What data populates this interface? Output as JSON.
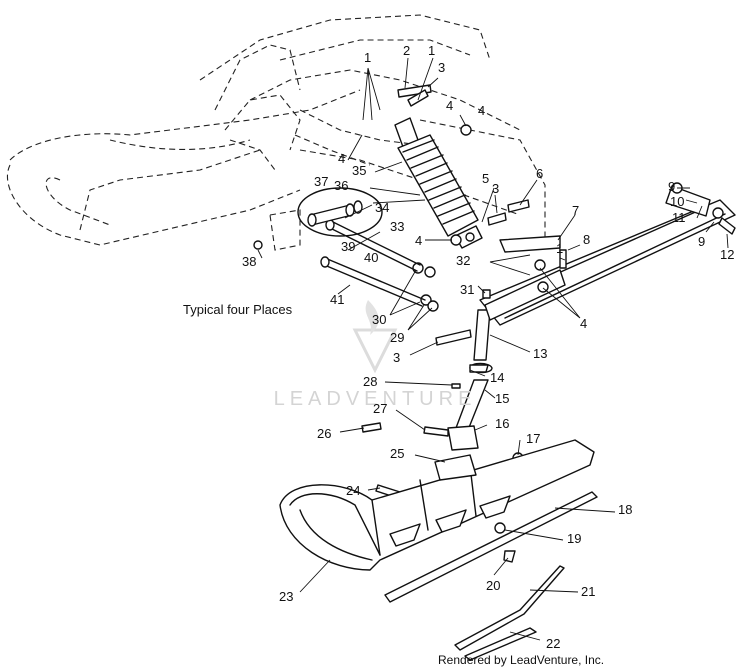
{
  "labels": [
    {
      "id": "1",
      "text": "1"
    },
    {
      "id": "1b",
      "text": "1"
    },
    {
      "id": "2",
      "text": "2"
    },
    {
      "id": "3",
      "text": "3"
    },
    {
      "id": "4",
      "text": "4"
    },
    {
      "id": "4b",
      "text": "4"
    },
    {
      "id": "35",
      "text": "35"
    },
    {
      "id": "4c",
      "text": "4"
    },
    {
      "id": "5",
      "text": "5"
    },
    {
      "id": "6",
      "text": "6"
    },
    {
      "id": "3b",
      "text": "3"
    },
    {
      "id": "34",
      "text": "34"
    },
    {
      "id": "33",
      "text": "33"
    },
    {
      "id": "37",
      "text": "37"
    },
    {
      "id": "36",
      "text": "36"
    },
    {
      "id": "39",
      "text": "39"
    },
    {
      "id": "40",
      "text": "40"
    },
    {
      "id": "38",
      "text": "38"
    },
    {
      "id": "4d",
      "text": "4"
    },
    {
      "id": "7",
      "text": "7"
    },
    {
      "id": "32",
      "text": "32"
    },
    {
      "id": "1c",
      "text": "1"
    },
    {
      "id": "8",
      "text": "8"
    },
    {
      "id": "9",
      "text": "9"
    },
    {
      "id": "10",
      "text": "10"
    },
    {
      "id": "11",
      "text": "11"
    },
    {
      "id": "9b",
      "text": "9"
    },
    {
      "id": "12",
      "text": "12"
    },
    {
      "id": "41",
      "text": "41"
    },
    {
      "id": "31",
      "text": "31"
    },
    {
      "id": "4e",
      "text": "4"
    },
    {
      "id": "30",
      "text": "30"
    },
    {
      "id": "29",
      "text": "29"
    },
    {
      "id": "3c",
      "text": "3"
    },
    {
      "id": "13",
      "text": "13"
    },
    {
      "id": "14",
      "text": "14"
    },
    {
      "id": "28",
      "text": "28"
    },
    {
      "id": "15",
      "text": "15"
    },
    {
      "id": "27",
      "text": "27"
    },
    {
      "id": "16",
      "text": "16"
    },
    {
      "id": "26",
      "text": "26"
    },
    {
      "id": "17",
      "text": "17"
    },
    {
      "id": "25",
      "text": "25"
    },
    {
      "id": "24",
      "text": "24"
    },
    {
      "id": "18",
      "text": "18"
    },
    {
      "id": "19",
      "text": "19"
    },
    {
      "id": "20",
      "text": "20"
    },
    {
      "id": "23",
      "text": "23"
    },
    {
      "id": "21",
      "text": "21"
    },
    {
      "id": "22",
      "text": "22"
    }
  ],
  "caption": "Typical four Places",
  "watermark": "LEADVENTURE",
  "credit": "Rendered by LeadVenture, Inc."
}
